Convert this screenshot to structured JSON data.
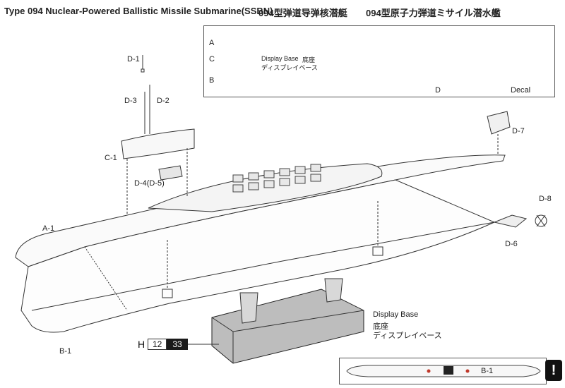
{
  "header": {
    "title_en": "Type 094 Nuclear-Powered Ballistic Missile Submarine(SSBN)",
    "title_zh": "094型弹道导弹核潜艇",
    "title_ja": "094型原子力弾道ミサイル潜水艦"
  },
  "parts_box": {
    "label_a": "A",
    "label_b": "B",
    "label_c": "C",
    "label_d": "D",
    "label_decal": "Decal",
    "display_base_en": "Display Base",
    "display_base_zh": "底座",
    "display_base_ja": "ディスプレイベース"
  },
  "callouts": {
    "d1": "D-1",
    "d2": "D-2",
    "d3": "D-3",
    "c1": "C-1",
    "d4": "D-4(D-5)",
    "d7": "D-7",
    "d8": "D-8",
    "d6": "D-6",
    "a1": "A-1",
    "b1": "B-1",
    "b1_bottom": "B-1"
  },
  "display_base": {
    "en": "Display Base",
    "zh": "底座",
    "ja": "ディスプレイベース"
  },
  "paint_code": {
    "letter": "H",
    "light": "12",
    "dark": "33"
  },
  "warning_symbol": "!"
}
